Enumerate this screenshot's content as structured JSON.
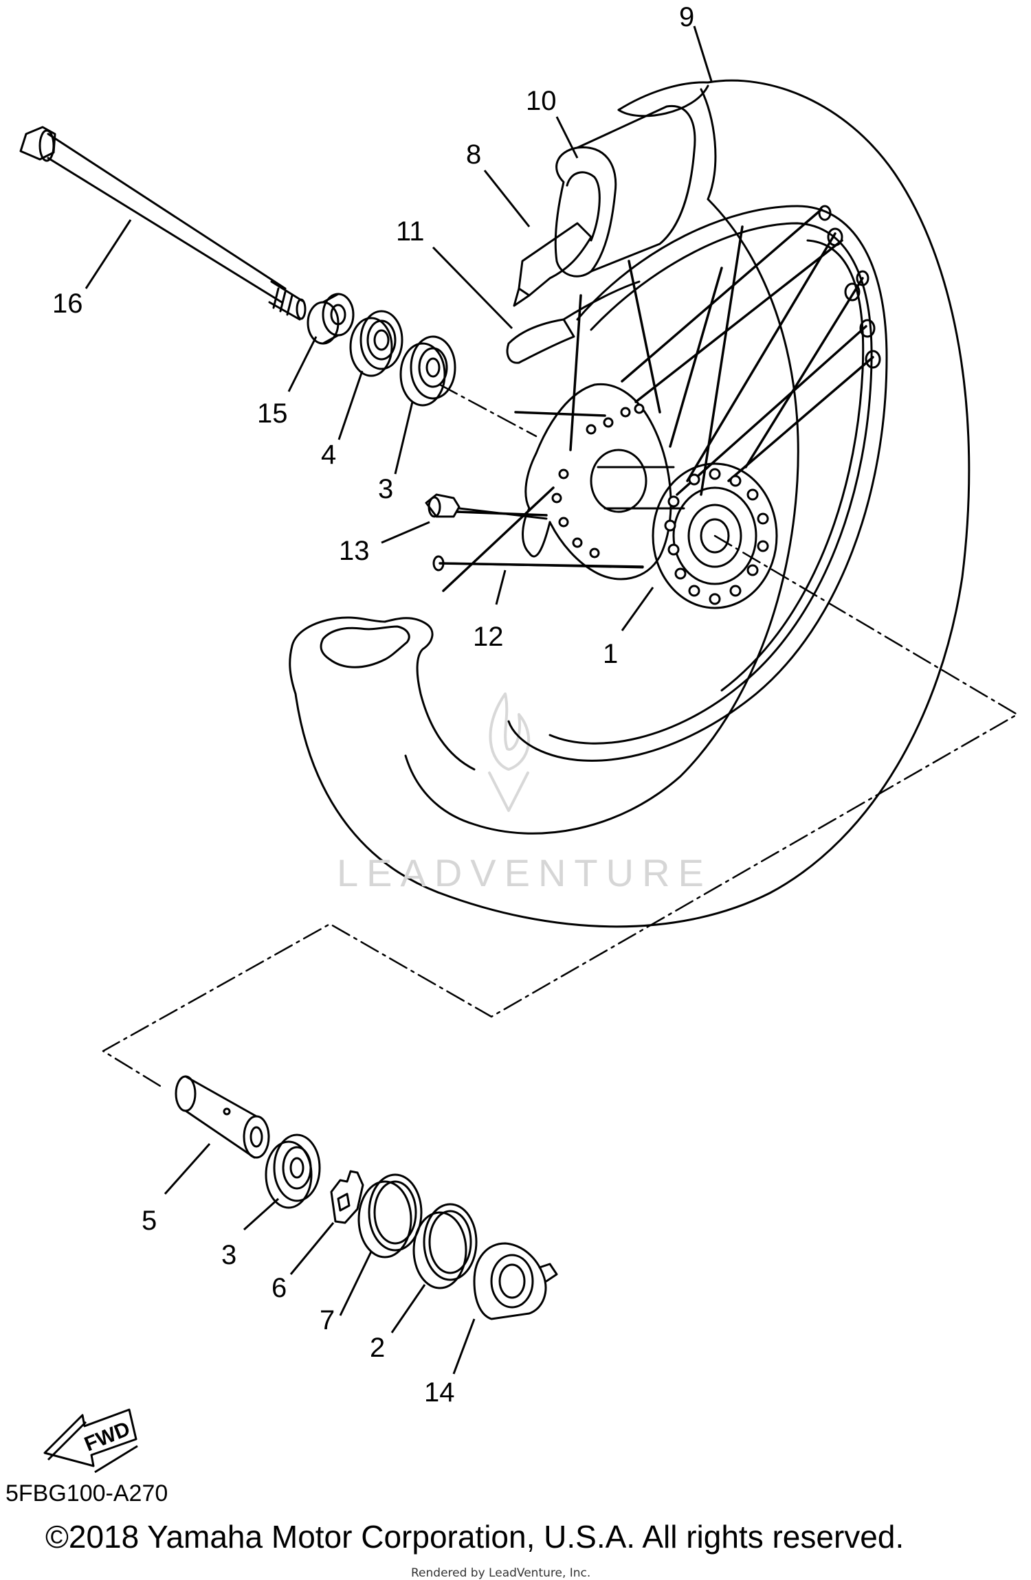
{
  "diagram": {
    "callouts": [
      {
        "id": "callout-9",
        "text": "9"
      },
      {
        "id": "callout-10",
        "text": "10"
      },
      {
        "id": "callout-8",
        "text": "8"
      },
      {
        "id": "callout-11",
        "text": "11"
      },
      {
        "id": "callout-16",
        "text": "16"
      },
      {
        "id": "callout-15",
        "text": "15"
      },
      {
        "id": "callout-4",
        "text": "4"
      },
      {
        "id": "callout-3a",
        "text": "3"
      },
      {
        "id": "callout-13",
        "text": "13"
      },
      {
        "id": "callout-12",
        "text": "12"
      },
      {
        "id": "callout-1",
        "text": "1"
      },
      {
        "id": "callout-5",
        "text": "5"
      },
      {
        "id": "callout-3b",
        "text": "3"
      },
      {
        "id": "callout-6",
        "text": "6"
      },
      {
        "id": "callout-7",
        "text": "7"
      },
      {
        "id": "callout-2",
        "text": "2"
      },
      {
        "id": "callout-14",
        "text": "14"
      }
    ],
    "fwd_label": "FWD",
    "diagram_code": "5FBG100-A270",
    "watermark": "LEADVENTURE"
  },
  "footer": {
    "copyright": "©2018 Yamaha Motor Corporation, U.S.A. All rights reserved.",
    "rendered_by": "Rendered by LeadVenture, Inc."
  },
  "colors": {
    "line": "#000000",
    "watermark": "#d6d6d6",
    "background": "#ffffff"
  }
}
